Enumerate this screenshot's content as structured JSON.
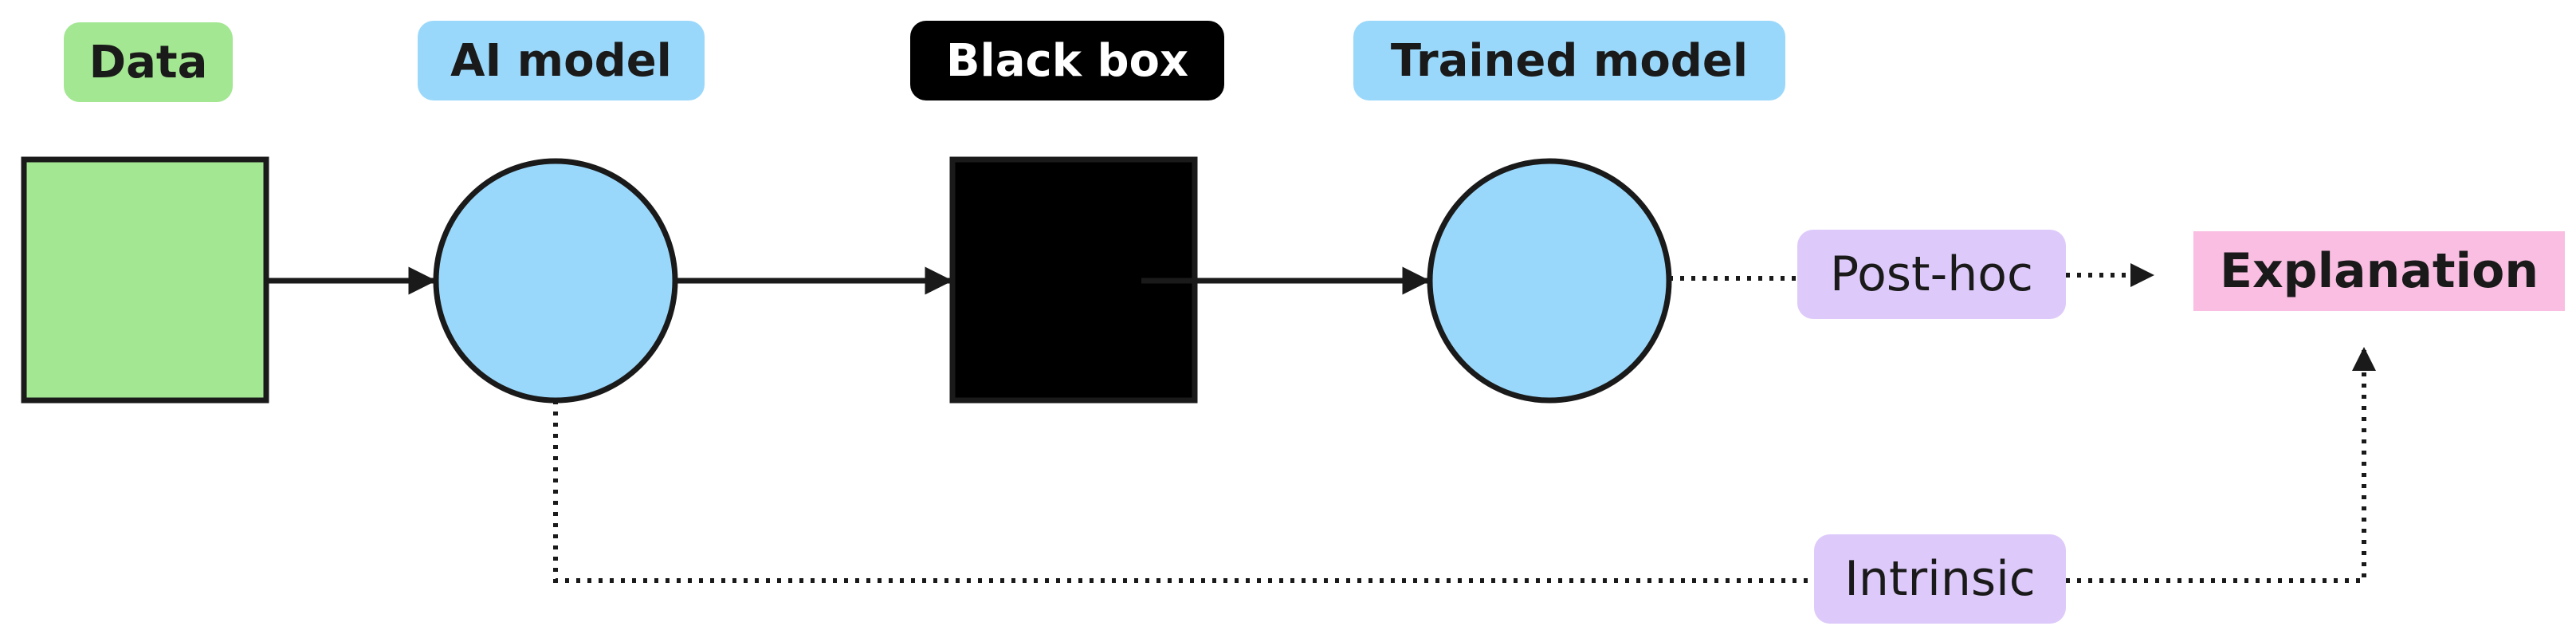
{
  "labels": {
    "data": "Data",
    "ai_model": "AI model",
    "black_box": "Black box",
    "trained_model": "Trained model",
    "post_hoc": "Post-hoc",
    "explanation": "Explanation",
    "intrinsic": "Intrinsic"
  },
  "colors": {
    "data_green": "#a3e792",
    "model_blue": "#9ad8fb",
    "black": "#000000",
    "method_purple": "#ddcafa",
    "explanation_pink": "#f9bee2",
    "line": "#1a1a1a"
  }
}
